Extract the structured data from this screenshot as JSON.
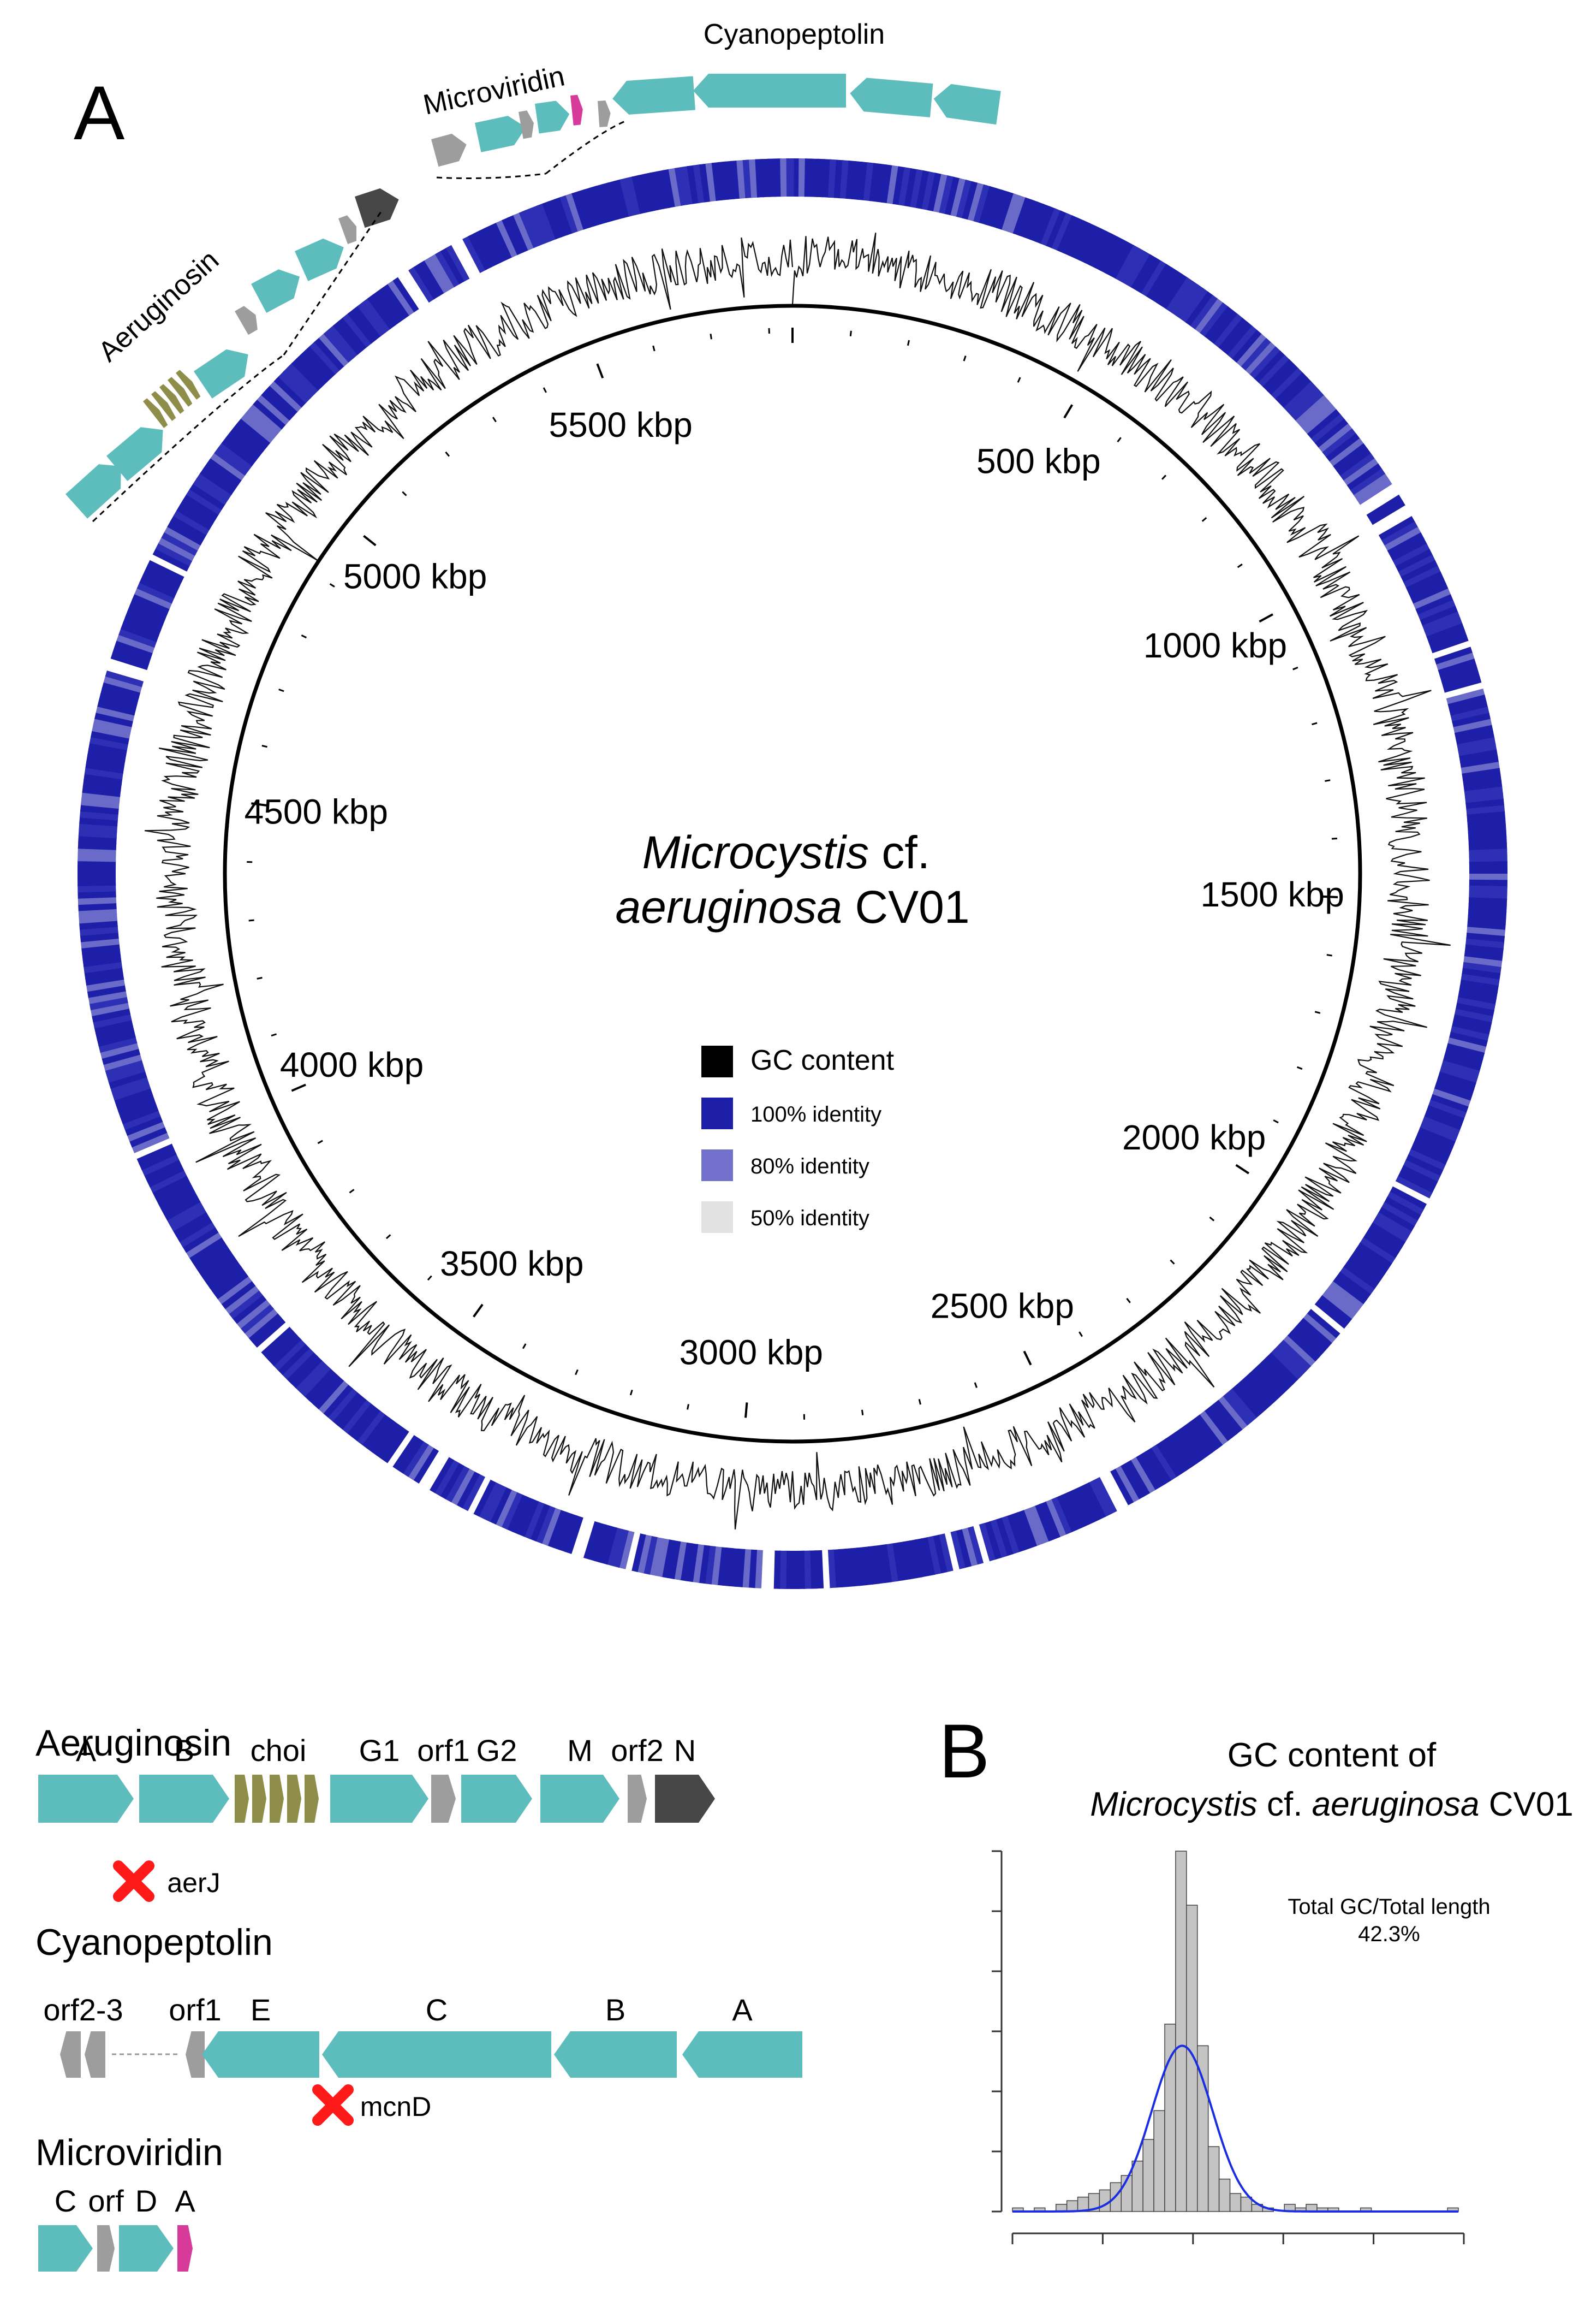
{
  "panel_a": {
    "letter": "A",
    "genome_title_species": "Microcystis",
    "genome_title_cf": " cf.",
    "genome_title_species2": "aeruginosa",
    "genome_title_strain": " CV01",
    "total_length_kbp": 5840,
    "kbp_ticks": [
      500,
      1000,
      1500,
      2000,
      2500,
      3000,
      3500,
      4000,
      4500,
      5000,
      5500
    ],
    "kbp_unit": "kbp",
    "legend": [
      {
        "label": "GC content",
        "color": "#000000"
      },
      {
        "label": "100% identity",
        "color": "#1d1fa8"
      },
      {
        "label": "80% identity",
        "color": "#7272cc"
      },
      {
        "label": "50% identity",
        "color": "#e2e2e2"
      }
    ],
    "ring_gaps_kbp": [
      3350,
      3420,
      3470,
      3200,
      3130,
      2950,
      2870,
      2700,
      2660,
      2470,
      2100,
      1900,
      1210,
      1150,
      960,
      930,
      5380,
      5300,
      4800,
      4650,
      4000,
      3700
    ],
    "cluster_labels": {
      "aeruginosin": "Aeruginosin",
      "microviridin": "Microviridin",
      "cyanopeptolin": "Cyanopeptolin"
    }
  },
  "panel_b": {
    "letter": "B",
    "title_line1": "GC content of",
    "title_line2_species": "Microcystis",
    "title_line2_cf": " cf. ",
    "title_line2_species2": "aeruginosa",
    "title_line2_strain": " CV01",
    "annotation_line1": "Total GC/Total length",
    "annotation_line2": "42.3%",
    "hist_counts": [
      1,
      0,
      1,
      0,
      2,
      3,
      4,
      5,
      6,
      8,
      10,
      14,
      20,
      28,
      52,
      100,
      85,
      46,
      18,
      9,
      5,
      4,
      2,
      1,
      0,
      2,
      1,
      2,
      1,
      1,
      0,
      0,
      1,
      0,
      0,
      0,
      0,
      0,
      0,
      0,
      1
    ],
    "gaussian_peak_fraction": 0.46,
    "gaussian_mean_bin": 15.6,
    "gaussian_sd_bins": 2.8,
    "x_ticks_count": 6,
    "y_ticks_count": 7,
    "colors": {
      "bar": "#c4c4c4",
      "curve": "#1a2de0"
    }
  },
  "gene_clusters": [
    {
      "name": "Aeruginosin",
      "genes": [
        {
          "label": "A",
          "color": "#5dbdbd",
          "dir": "right"
        },
        {
          "label": "B",
          "color": "#5dbdbd",
          "dir": "right"
        },
        {
          "label": "choi",
          "color": "#8e8e4a",
          "dir": "right"
        },
        {
          "label": "G1",
          "color": "#5dbdbd",
          "dir": "right"
        },
        {
          "label": "orf1",
          "color": "#9d9d9d",
          "dir": "right"
        },
        {
          "label": "G2",
          "color": "#5dbdbd",
          "dir": "right"
        },
        {
          "label": "M",
          "color": "#5dbdbd",
          "dir": "right"
        },
        {
          "label": "orf2",
          "color": "#9d9d9d",
          "dir": "right"
        },
        {
          "label": "N",
          "color": "#474747",
          "dir": "right"
        }
      ],
      "knockout": "aerJ"
    },
    {
      "name": "Cyanopeptolin",
      "genes": [
        {
          "label": "orf2-3",
          "color": "#9d9d9d",
          "dir": "left"
        },
        {
          "label": "orf1",
          "color": "#9d9d9d",
          "dir": "left"
        },
        {
          "label": "E",
          "color": "#5dbdbd",
          "dir": "left"
        },
        {
          "label": "C",
          "color": "#5dbdbd",
          "dir": "left"
        },
        {
          "label": "B",
          "color": "#5dbdbd",
          "dir": "left"
        },
        {
          "label": "A",
          "color": "#5dbdbd",
          "dir": "left"
        }
      ],
      "knockout": "mcnD"
    },
    {
      "name": "Microviridin",
      "genes": [
        {
          "label": "C",
          "color": "#5dbdbd",
          "dir": "right"
        },
        {
          "label": "orf",
          "color": "#9d9d9d",
          "dir": "right"
        },
        {
          "label": "D",
          "color": "#5dbdbd",
          "dir": "right"
        },
        {
          "label": "A",
          "color": "#d63b9a",
          "dir": "right"
        }
      ]
    }
  ]
}
